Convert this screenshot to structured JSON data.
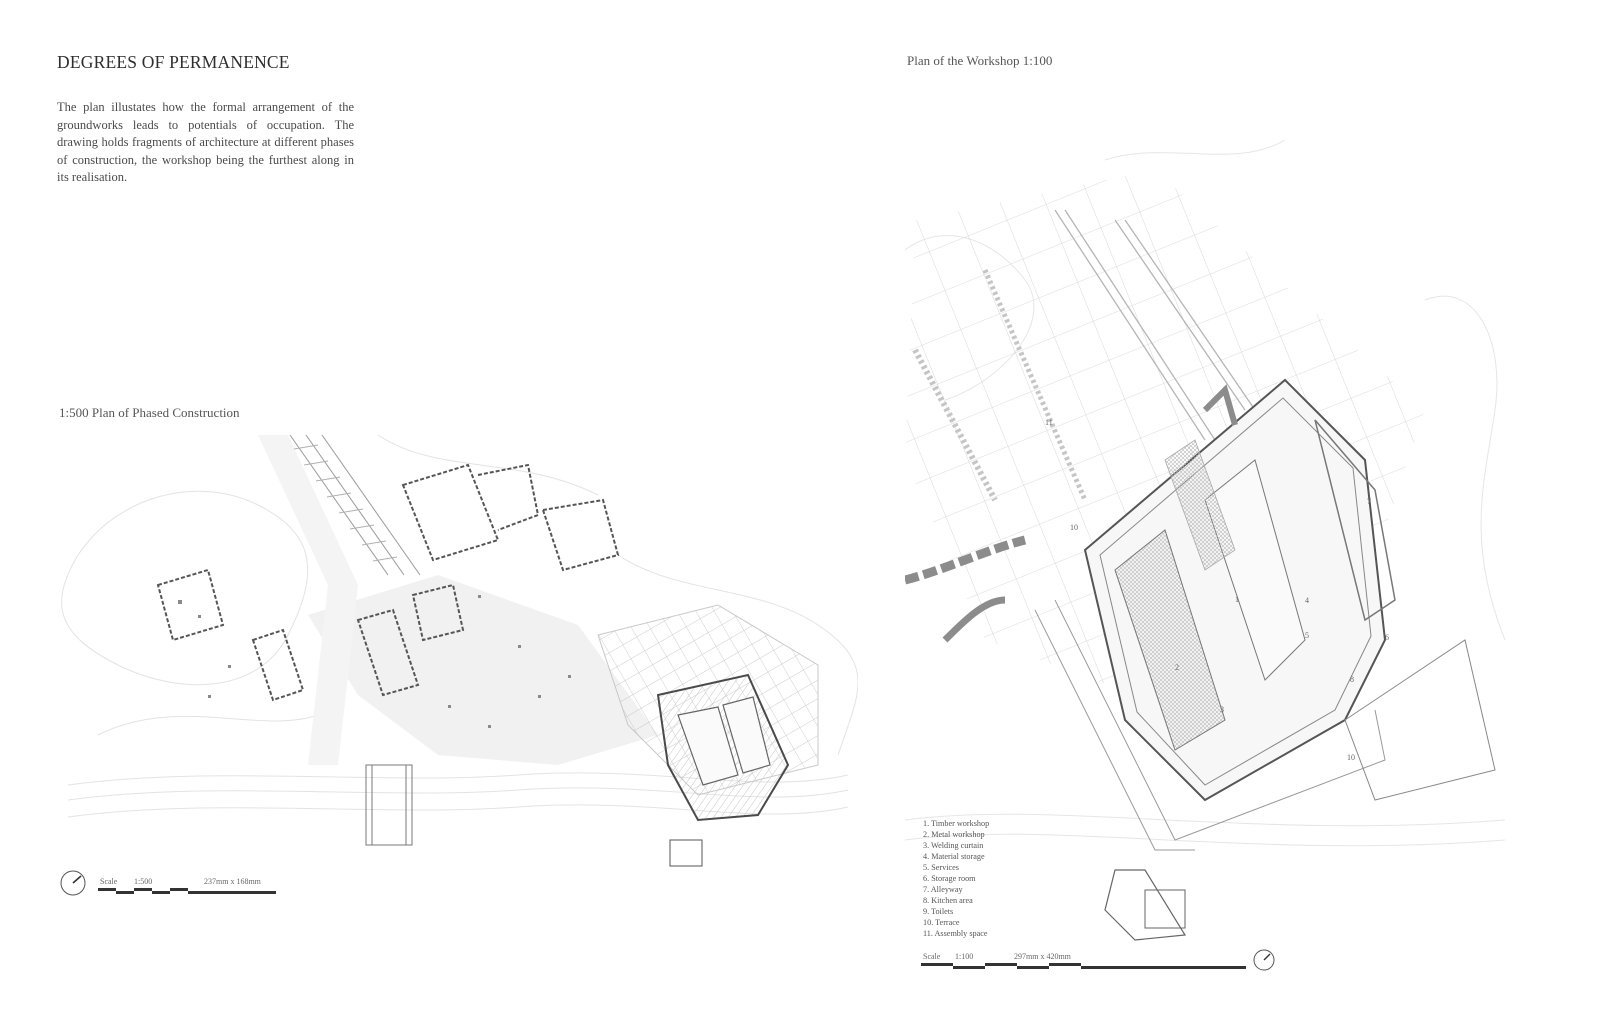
{
  "header": {
    "title": "DEGREES OF PERMANENCE",
    "intro": "The plan illustates how the formal arrangement of the groundworks leads to potentials of occupation. The drawing holds fragments of architecture at different phases of construction, the workshop being the furthest along in its realisation."
  },
  "site_plan": {
    "title": "1:500 Plan of Phased Construction",
    "scale_label": "Scale",
    "scale_value": "1:500",
    "paper_size": "237mm x 168mm"
  },
  "workshop_plan": {
    "title": "Plan of the Workshop 1:100",
    "scale_label": "Scale",
    "scale_value": "1:100",
    "paper_size": "297mm x 420mm",
    "room_numbers": [
      "11",
      "10",
      "1",
      "2",
      "3",
      "4",
      "5",
      "6",
      "7",
      "8",
      "10"
    ],
    "legend": [
      "1. Timber workshop",
      "2. Metal workshop",
      "3. Welding curtain",
      "4. Material storage",
      "5. Services",
      "6. Storage room",
      "7. Alleyway",
      "8. Kitchen area",
      "9. Toilets",
      "10. Terrace",
      "11. Assembly space"
    ]
  },
  "icons": {
    "north_arrow": "north-arrow-icon"
  },
  "colors": {
    "ink": "#3a3a3a",
    "linework": "#9a9a9a",
    "hatch": "#bdbdbd",
    "background": "#ffffff"
  }
}
